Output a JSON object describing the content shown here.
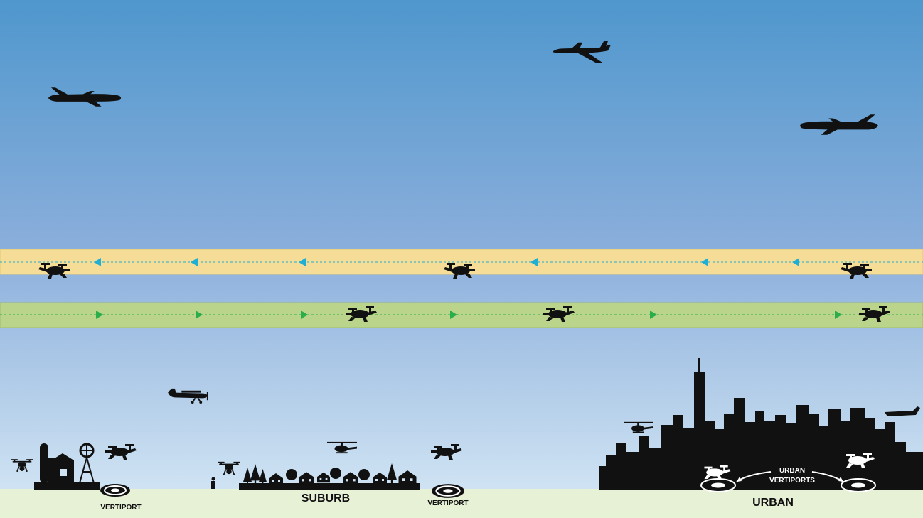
{
  "labels": {
    "vertiport_left": "VERTIPORT",
    "suburb": "SUBURB",
    "vertiport_mid": "VERTIPORT",
    "urban": "URBAN",
    "urban_vertiports_line1": "URBAN",
    "urban_vertiports_line2": "VERTIPORTS"
  },
  "colors": {
    "sky_top": "#4f97cd",
    "sky_mid": "#8aaedb",
    "sky_bottom": "#cfe3f3",
    "ground": "#e7f1d6",
    "lane_westbound": "#f6dd97",
    "lane_eastbound": "#bad48c",
    "arrow_westbound": "#1faed4",
    "arrow_eastbound": "#2aae4a",
    "silhouette": "#111111"
  },
  "icons": {
    "airliner": "airliner-icon",
    "business_jet": "business-jet-icon",
    "evtol": "evtol-icon",
    "drone": "drone-icon",
    "helicopter": "helicopter-icon",
    "light_aircraft": "light-aircraft-icon",
    "vertiport": "vertiport-pad-icon"
  }
}
